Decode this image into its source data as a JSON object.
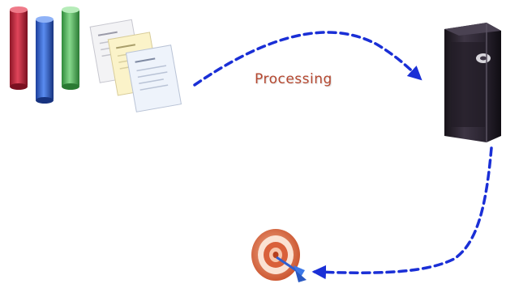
{
  "diagram": {
    "process_label": "Processing",
    "nodes": [
      {
        "name": "data-source",
        "icon": "data-cylinders-and-documents-icon"
      },
      {
        "name": "server",
        "icon": "server-tower-icon"
      },
      {
        "name": "target",
        "icon": "bullseye-target-icon"
      }
    ],
    "colors": {
      "arrow": "#1a2fd6",
      "label": "#b5472f",
      "cylinder_red": "#c62a3a",
      "cylinder_blue": "#2f63d8",
      "cylinder_green": "#4fb65a",
      "server": "#2b2530",
      "target_ring": "#d9603a"
    }
  }
}
